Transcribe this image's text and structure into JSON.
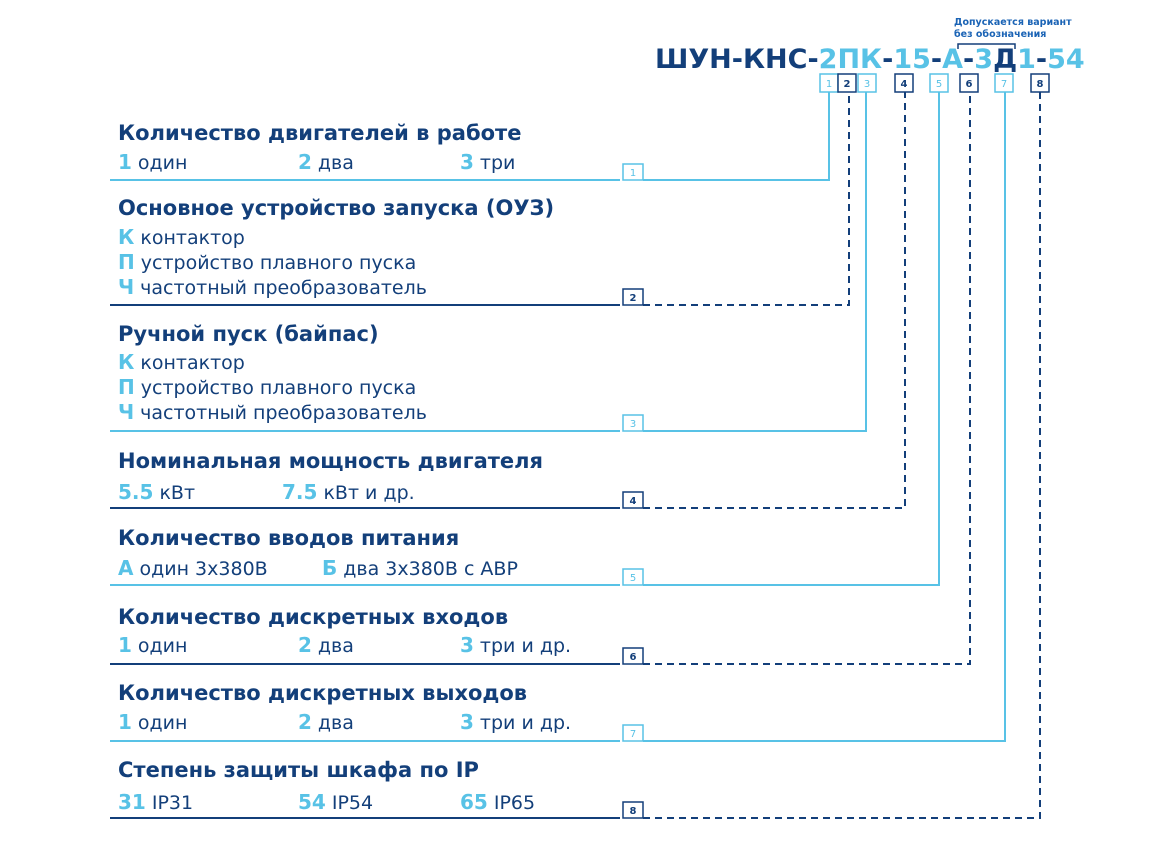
{
  "colors": {
    "dark": "#133f7a",
    "light": "#58c2e6",
    "note": "#1a63b5"
  },
  "code": {
    "note_line1": "Допускается вариант",
    "note_line2": "без обозначения",
    "parts": [
      {
        "text": "ШУН-КНС-",
        "color": "dark"
      },
      {
        "text": "2ПК",
        "color": "light"
      },
      {
        "text": "-",
        "color": "dark"
      },
      {
        "text": "15",
        "color": "light"
      },
      {
        "text": "-",
        "color": "dark"
      },
      {
        "text": "А",
        "color": "light"
      },
      {
        "text": "-",
        "color": "dark"
      },
      {
        "text": "3",
        "color": "light"
      },
      {
        "text": "Д",
        "color": "dark"
      },
      {
        "text": "1",
        "color": "light"
      },
      {
        "text": "-",
        "color": "dark"
      },
      {
        "text": "54",
        "color": "light"
      }
    ],
    "markers": [
      {
        "num": "1",
        "style": "light"
      },
      {
        "num": "2",
        "style": "dark"
      },
      {
        "num": "3",
        "style": "light"
      },
      {
        "num": "4",
        "style": "dark"
      },
      {
        "num": "5",
        "style": "light"
      },
      {
        "num": "6",
        "style": "dark"
      },
      {
        "num": "7",
        "style": "light"
      },
      {
        "num": "8",
        "style": "dark"
      }
    ]
  },
  "sections": [
    {
      "num": "1",
      "style": "light",
      "title": "Количество двигателей в работе",
      "rows": [
        [
          {
            "key": "1",
            "text": "один"
          },
          {
            "key": "2",
            "text": "два"
          },
          {
            "key": "3",
            "text": "три"
          }
        ]
      ]
    },
    {
      "num": "2",
      "style": "dark",
      "title": "Основное устройство запуска (ОУЗ)",
      "rows": [
        [
          {
            "key": "К",
            "text": "контактор"
          }
        ],
        [
          {
            "key": "П",
            "text": "устройство плавного пуска"
          }
        ],
        [
          {
            "key": "Ч",
            "text": "частотный преобразователь"
          }
        ]
      ]
    },
    {
      "num": "3",
      "style": "light",
      "title": "Ручной пуск (байпас)",
      "rows": [
        [
          {
            "key": "К",
            "text": "контактор"
          }
        ],
        [
          {
            "key": "П",
            "text": "устройство плавного пуска"
          }
        ],
        [
          {
            "key": "Ч",
            "text": "частотный преобразователь"
          }
        ]
      ]
    },
    {
      "num": "4",
      "style": "dark",
      "title": "Номинальная мощность двигателя",
      "rows": [
        [
          {
            "key": "5.5",
            "text": "кВт"
          },
          {
            "key": "7.5",
            "text": "кВт и др."
          }
        ]
      ]
    },
    {
      "num": "5",
      "style": "light",
      "title": "Количество вводов питания",
      "rows": [
        [
          {
            "key": "А",
            "text": "один 3х380В"
          },
          {
            "key": "Б",
            "text": "два 3х380В с АВР"
          }
        ]
      ]
    },
    {
      "num": "6",
      "style": "dark",
      "title": "Количество дискретных входов",
      "rows": [
        [
          {
            "key": "1",
            "text": "один"
          },
          {
            "key": "2",
            "text": "два"
          },
          {
            "key": "3",
            "text": "три и др."
          }
        ]
      ]
    },
    {
      "num": "7",
      "style": "light",
      "title": "Количество дискретных выходов",
      "rows": [
        [
          {
            "key": "1",
            "text": "один"
          },
          {
            "key": "2",
            "text": "два"
          },
          {
            "key": "3",
            "text": "три и др."
          }
        ]
      ]
    },
    {
      "num": "8",
      "style": "dark",
      "title": "Степень защиты шкафа по IP",
      "rows": [
        [
          {
            "key": "31",
            "text": "IP31"
          },
          {
            "key": "54",
            "text": "IP54"
          },
          {
            "key": "65",
            "text": "IP65"
          }
        ]
      ]
    }
  ]
}
